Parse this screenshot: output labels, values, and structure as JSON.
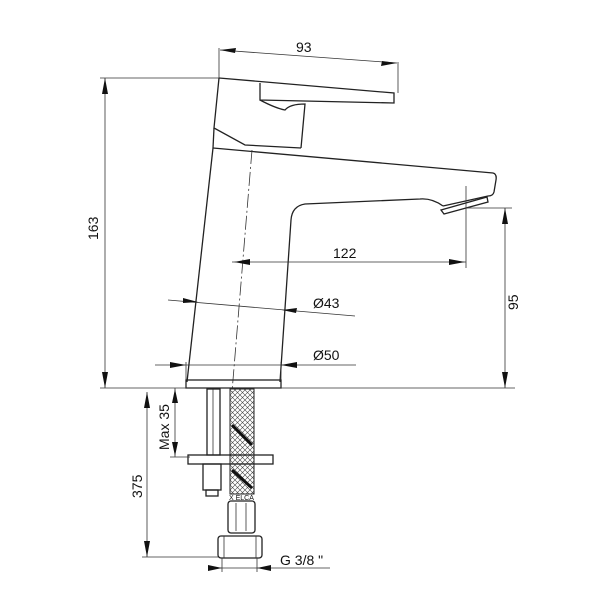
{
  "drawing": {
    "dimensions": {
      "lever_length": "93",
      "total_height": "163",
      "spout_reach": "122",
      "spout_height": "95",
      "body_diameter": "Ø43",
      "base_diameter": "Ø50",
      "max_counter_thickness": "Max 35",
      "hose_length": "375",
      "connection_thread": "G 3/8 \""
    },
    "hose_label": "X ELCA",
    "line_color": "#222222"
  }
}
